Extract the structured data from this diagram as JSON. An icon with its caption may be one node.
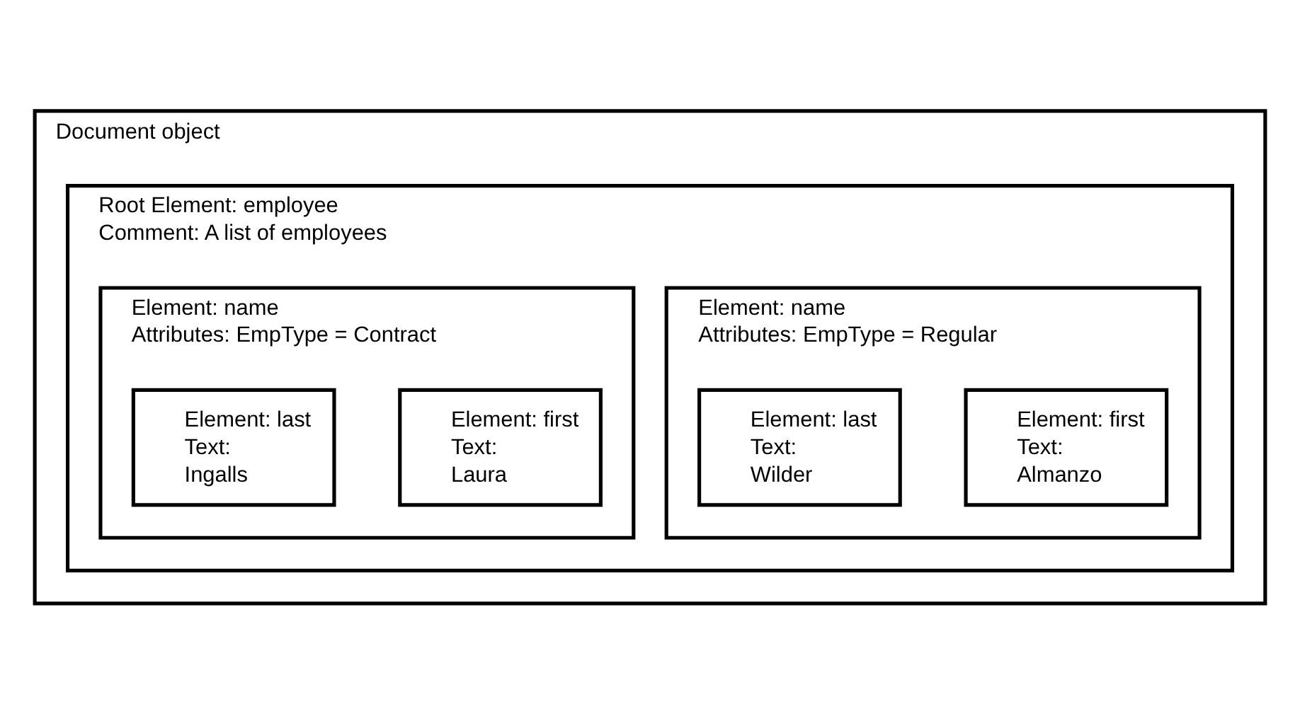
{
  "diagram": {
    "nodes": [
      {
        "text": [
          "Document object"
        ]
      },
      {
        "text": [
          "Root Element: employee",
          "Comment: A list of employees"
        ],
        "in": 0
      },
      {
        "text": [
          "Element: name",
          "Attributes: EmpType = Regular"
        ],
        "in": 1
      },
      {
        "text": [
          "Element: first",
          "Text:",
          "Almanzo"
        ],
        "in": 2
      },
      {
        "text": [
          "Element: last",
          "Text:",
          "Wilder"
        ],
        "in": 2
      },
      {
        "text": [
          "Element: name",
          "Attributes: EmpType = Contract"
        ],
        "in": 1
      },
      {
        "text": [
          "Element: first",
          "Text:",
          "Laura"
        ],
        "in": 5
      },
      {
        "text": [
          "Element: last",
          "Text:",
          "Ingalls"
        ],
        "in": 5
      }
    ],
    "edges": []
  }
}
